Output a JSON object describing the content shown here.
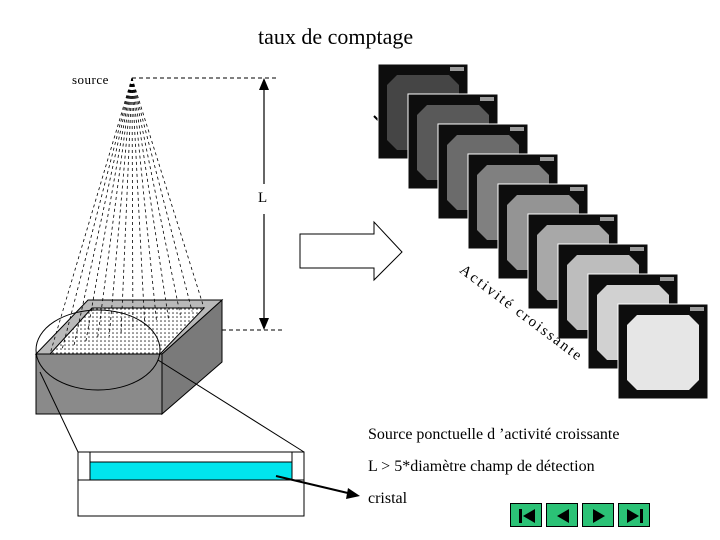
{
  "title": "taux de comptage",
  "source_label": "source",
  "distance_label": "L",
  "diagonal_label": "Activité croissante",
  "captions": [
    "Source ponctuelle d ’activité croissante",
    "L > 5*diamètre champ de détection",
    "cristal"
  ],
  "frames": [
    {
      "gray": 0.27
    },
    {
      "gray": 0.35
    },
    {
      "gray": 0.42
    },
    {
      "gray": 0.5
    },
    {
      "gray": 0.58
    },
    {
      "gray": 0.66
    },
    {
      "gray": 0.74
    },
    {
      "gray": 0.82
    },
    {
      "gray": 0.9
    }
  ],
  "colors": {
    "crystal": "#00e5ee",
    "block_side": "#8a8a8a",
    "block_top": "#b9b9b9",
    "nav_button": "#2bc276"
  },
  "nav_buttons": [
    {
      "name": "first-slide-button",
      "icon": "first-icon"
    },
    {
      "name": "previous-slide-button",
      "icon": "previous-icon"
    },
    {
      "name": "next-slide-button",
      "icon": "next-icon"
    },
    {
      "name": "last-slide-button",
      "icon": "last-icon"
    }
  ]
}
